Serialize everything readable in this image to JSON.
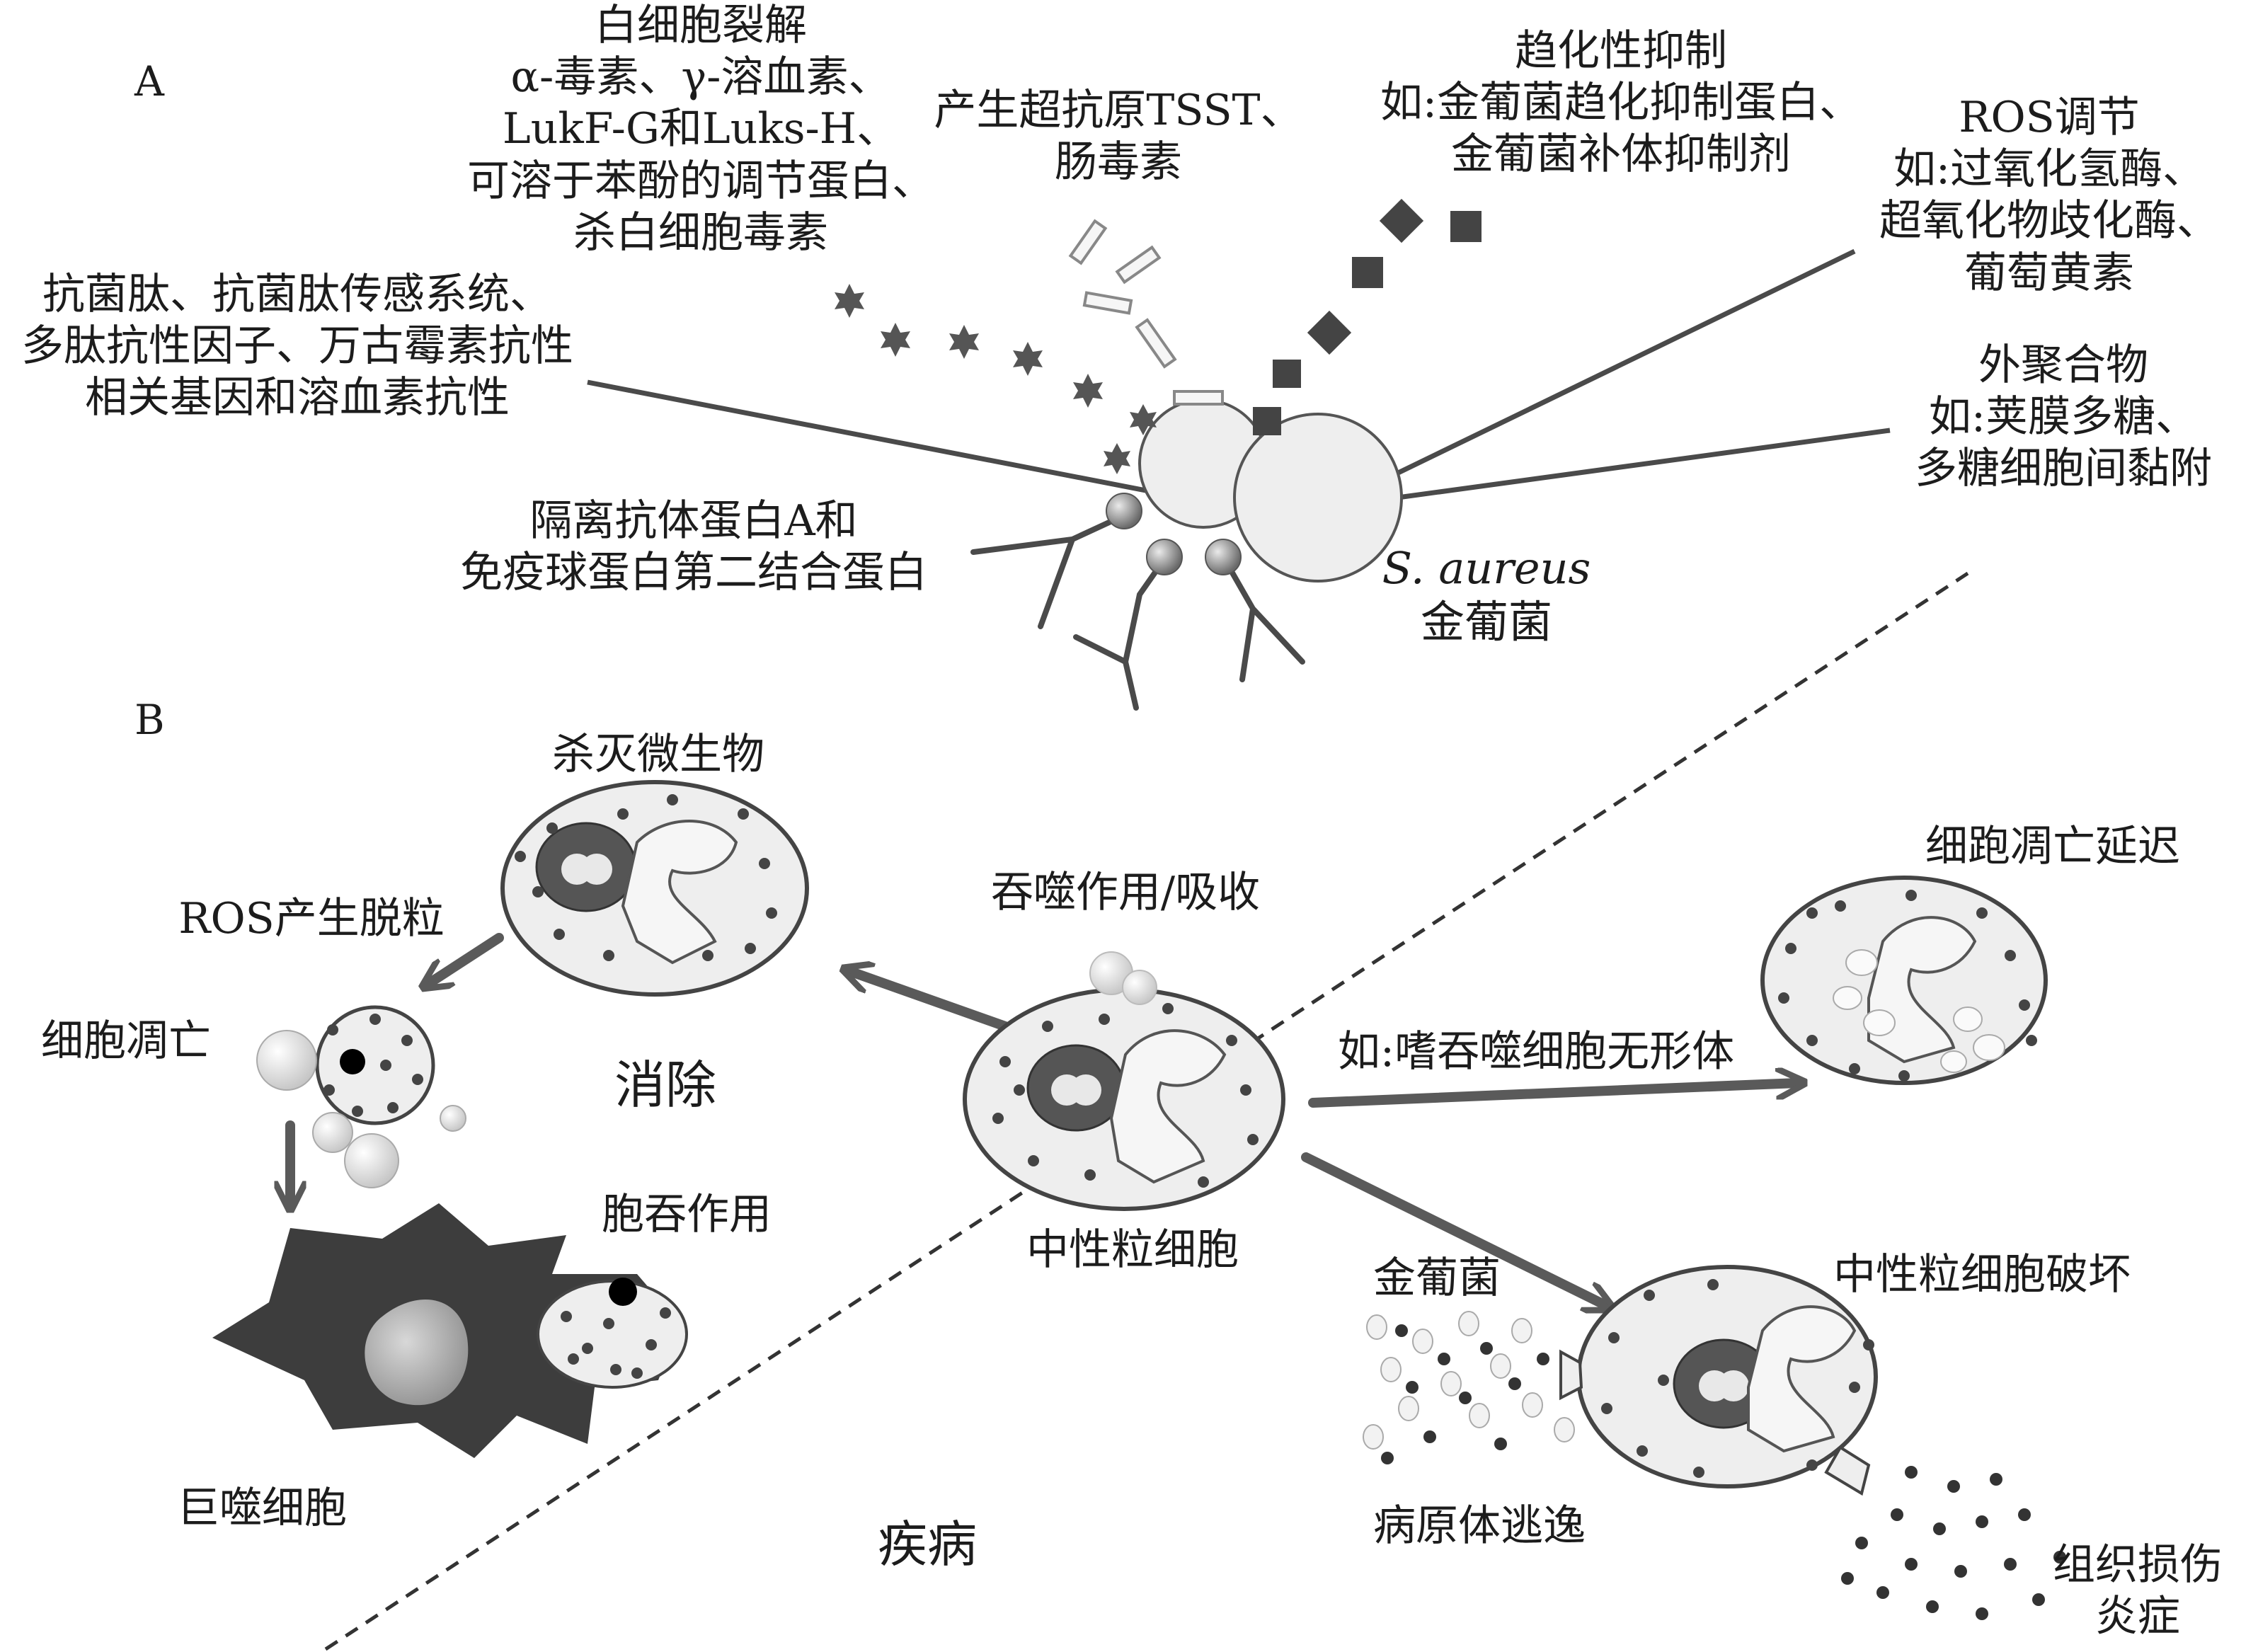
{
  "panel_a": {
    "letter": "A",
    "leukocyte_lysis": [
      "白细胞裂解",
      "α-毒素、γ-溶血素、",
      "LukF-G和Luks-H、",
      "可溶于苯酚的调节蛋白、",
      "杀白细胞毒素"
    ],
    "superantigen": [
      "产生超抗原TSST、",
      "肠毒素"
    ],
    "chemotaxis": [
      "趋化性抑制",
      "如:金葡菌趋化抑制蛋白、",
      "金葡菌补体抑制剂"
    ],
    "antimicrobial": [
      "抗菌肽、抗菌肽传感系统、",
      "多肽抗性因子、万古霉素抗性",
      "相关基因和溶血素抗性"
    ],
    "ros_regulation": [
      "ROS调节",
      "如:过氧化氢酶、",
      "超氧化物歧化酶、",
      "葡萄黄素"
    ],
    "exopolymer": [
      "外聚合物",
      "如:荚膜多糖、",
      "多糖细胞间黏附"
    ],
    "protein_a": [
      "隔离抗体蛋白A和",
      "免疫球蛋白第二结合蛋白"
    ],
    "s_aureus_latin": "S. aureus",
    "s_aureus_cn": "金葡菌"
  },
  "panel_b": {
    "letter": "B",
    "kill": "杀灭微生物",
    "ros_degranulation": "ROS产生脱粒",
    "apoptosis": "细胞凋亡",
    "elimination": "消除",
    "efferocytosis": "胞吞作用",
    "macrophage": "巨噬细胞",
    "phagocytosis": "吞噬作用/吸收",
    "neutrophil": "中性粒细胞",
    "delayed_apoptosis": "细跑凋亡延迟",
    "example": "如:嗜吞噬细胞无形体",
    "s_aureus": "金葡菌",
    "destruction": "中性粒细胞破坏",
    "escape": "病原体逃逸",
    "disease": "疾病",
    "damage": [
      "组织损伤",
      "炎症"
    ]
  },
  "colors": {
    "line": "#4a4a4a",
    "cell_fill": "#eeeeee",
    "toxin": "#555555",
    "macrophage": "#3d3d3d"
  }
}
